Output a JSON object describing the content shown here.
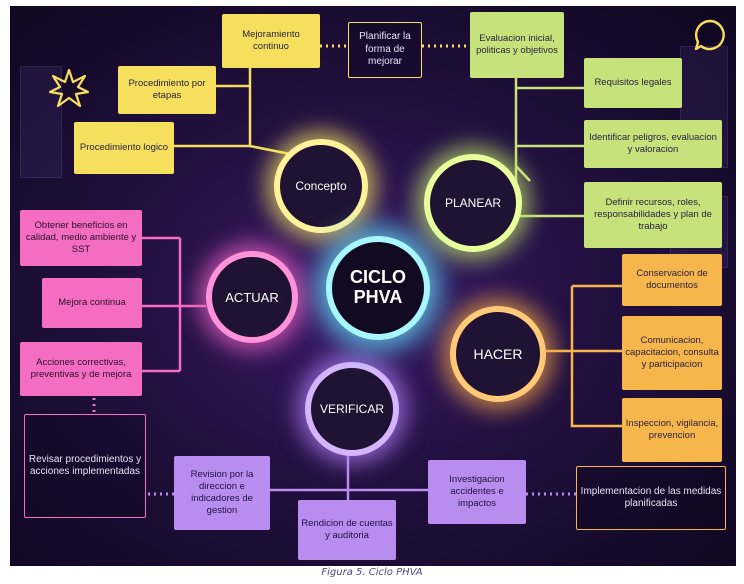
{
  "center": {
    "line1": "CICLO",
    "line2": "PHVA"
  },
  "phases": {
    "concepto": "Concepto",
    "planear": "PLANEAR",
    "actuar": "ACTUAR",
    "hacer": "HACER",
    "verificar": "VERIFICAR"
  },
  "concepto_items": {
    "mejoramiento": "Mejoramiento continuo",
    "etapas": "Procedimiento por etapas",
    "logico": "Procedimiento logico",
    "planificar": "Planificar la forma de mejorar"
  },
  "planear_items": {
    "evaluacion": "Evaluacion inicial, politicas y objetivos",
    "requisitos": "Requisitos legales",
    "peligros": "Identificar peligros, evaluacion y valoracion",
    "recursos": "Definir recursos, roles, responsabilidades y plan de trabajo"
  },
  "hacer_items": {
    "conservacion": "Conservacion de documentos",
    "comunicacion": "Comunicacion, capacitacion, consulta y participacion",
    "inspeccion": "Inspeccion, vigilancia, prevencion",
    "implementacion": "Implementacion de las medidas planificadas"
  },
  "actuar_items": {
    "beneficios": "Obtener beneficios en calidad, medio ambiente y SST",
    "mejora": "Mejora continua",
    "acciones": "Acciones correctivas, preventivas y de mejora",
    "revisar": "Revisar procedimientos y acciones implementadas"
  },
  "verificar_items": {
    "revision": "Revision por la direccion e indicadores de gestion",
    "rendicion": "Rendicion de cuentas y auditoria",
    "investigacion": "Investigacion accidentes e impactos"
  },
  "caption": "Figura 5. Ciclo PHVA",
  "colors": {
    "yellow": "#f7df5e",
    "green": "#c6e27a",
    "orange": "#f6b64b",
    "pink": "#f46dc2",
    "purple": "#b98cf0",
    "center_glow": "#a8f6ff"
  },
  "icons": [
    "sparkle-icon",
    "speech-bubble-icon"
  ]
}
